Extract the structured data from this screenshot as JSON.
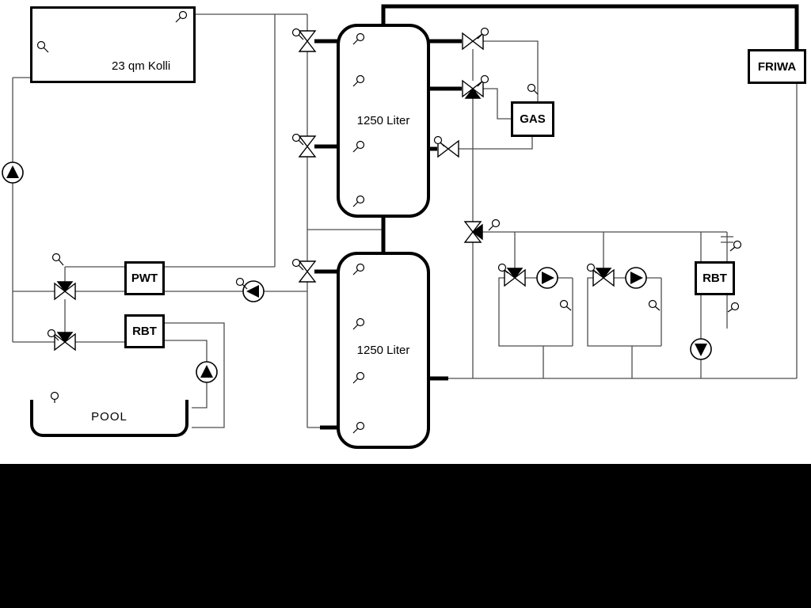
{
  "diagram": {
    "kind": "hydraulic-heating-schematic",
    "background": "#ffffff",
    "thin_line_color": "#4d4d4d",
    "pipe_color": "#000000",
    "bottom_bar_color": "#000000"
  },
  "labels": {
    "collector": "23 qm Kolli",
    "tank_top": "1250 Liter",
    "tank_bottom": "1250 Liter",
    "gas": "GAS",
    "friwa": "FRIWA",
    "pwt": "PWT",
    "rbt_left": "RBT",
    "rbt_right": "RBT",
    "pool": "POOL"
  },
  "components": {
    "pumps": [
      {
        "name": "solar-pump",
        "direction": "up"
      },
      {
        "name": "buffer-charge-pump",
        "direction": "left"
      },
      {
        "name": "pool-pump",
        "direction": "up"
      },
      {
        "name": "heating-circuit-1-pump",
        "direction": "right"
      },
      {
        "name": "heating-circuit-2-pump",
        "direction": "right"
      },
      {
        "name": "rbt-right-pump",
        "direction": "down"
      }
    ],
    "valves": [
      "tank1-upper-left-valve",
      "tank1-lower-left-valve",
      "tank2-upper-left-valve",
      "pwt-three-way-valve",
      "rbt-left-three-way-valve",
      "tank1-top-right-valve",
      "gas-three-way-valve",
      "tank1-right-lower-valve",
      "distribution-three-way-valve",
      "circuit1-mixing-valve",
      "circuit2-mixing-valve"
    ],
    "sensor_style": "small circle probe with stem",
    "tank_sensor_count": 8
  }
}
